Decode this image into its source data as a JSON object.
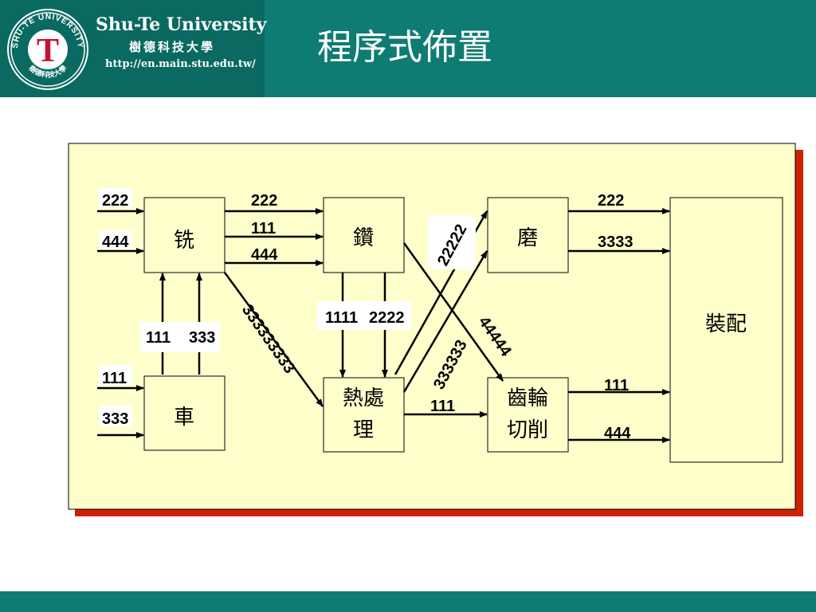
{
  "header": {
    "university_name": "Shu-Te University",
    "university_cn": "樹德科技大學",
    "url": "http://en.main.stu.edu.tw/",
    "seal_text": "SHU-TE UNIVERSITY",
    "seal_cn": "樹德科技大學",
    "seal_letter": "T",
    "title": "程序式佈置"
  },
  "colors": {
    "header_bg": "#0e7c73",
    "panel_bg": "#ffffcc",
    "shadow": "#cc2200"
  },
  "diagram": {
    "nodes": {
      "mill": "铣",
      "drill": "鑽",
      "grind": "磨",
      "lathe": "車",
      "heat_treat_1": "熱處",
      "heat_treat_2": "理",
      "gear_cut_1": "齒輪",
      "gear_cut_2": "切削",
      "assembly": "裝配"
    },
    "labels": {
      "mill_in_top": "222",
      "mill_in_bottom": "444",
      "mill_to_drill_1": "222",
      "mill_to_drill_2": "111",
      "mill_to_drill_3": "444",
      "grind_to_assembly_1": "222",
      "grind_to_assembly_2": "3333",
      "heat_to_grind": "22222",
      "drill_to_gear": "44444",
      "mill_to_heat": "333333333",
      "drill_to_heat_1": "1111",
      "drill_to_heat_2": "2222",
      "lathe_to_mill_1": "111",
      "lathe_to_mill_2": "333",
      "lathe_in_top": "111",
      "lathe_in_bottom": "333",
      "heat_to_gear_diag": "333333",
      "heat_to_gear": "111",
      "gear_to_assembly_1": "111",
      "gear_to_assembly_2": "444"
    }
  }
}
